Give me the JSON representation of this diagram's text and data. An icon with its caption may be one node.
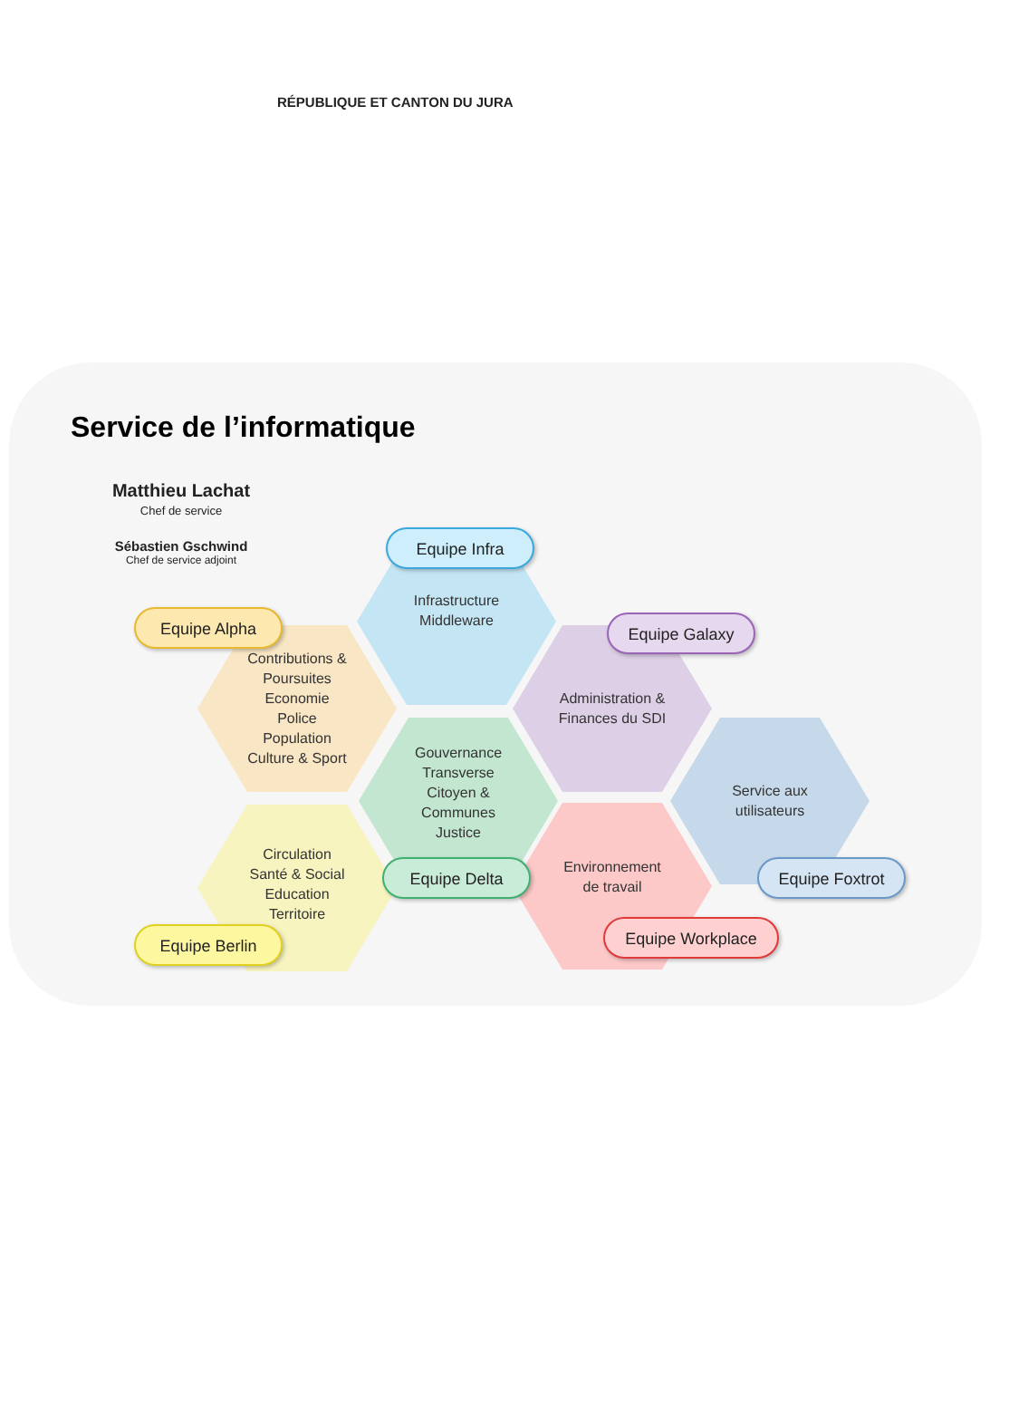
{
  "diagram": {
    "title": "Service de l’informatique",
    "nodes": [
      {
        "text": [
          "Equipe Infra"
        ]
      },
      {
        "text": [
          "Infrastructure Middleware"
        ]
      },
      {
        "text": [
          "Equipe Alpha"
        ]
      },
      {
        "text": [
          "Equipe Galaxy"
        ]
      },
      {
        "text": [
          "Contributions & Poursuites Economie Police Population Culture & Sport"
        ]
      },
      {
        "text": [
          "Administration & Finances du SDI"
        ]
      },
      {
        "text": [
          "Gouvernance Transverse Citoyen & Communes Justice"
        ]
      },
      {
        "text": [
          "Service aux utilisateurs"
        ]
      },
      {
        "text": [
          "Equipe Delta"
        ]
      },
      {
        "text": [
          "Circulation Santé & Social Education Territoire"
        ]
      },
      {
        "text": [
          "Environnement de travail"
        ]
      },
      {
        "text": [
          "Equipe Foxtrot"
        ]
      },
      {
        "text": [
          "Equipe Workplace"
        ]
      },
      {
        "text": [
          "Equipe Berlin"
        ]
      }
    ],
    "labels": [
      "RÉPUBLIQUE ET CANTON DU JURA",
      "Matthieu Lachat",
      "Chef de service",
      "Sébastien Gschwind",
      "Chef de service adjoint"
    ]
  }
}
